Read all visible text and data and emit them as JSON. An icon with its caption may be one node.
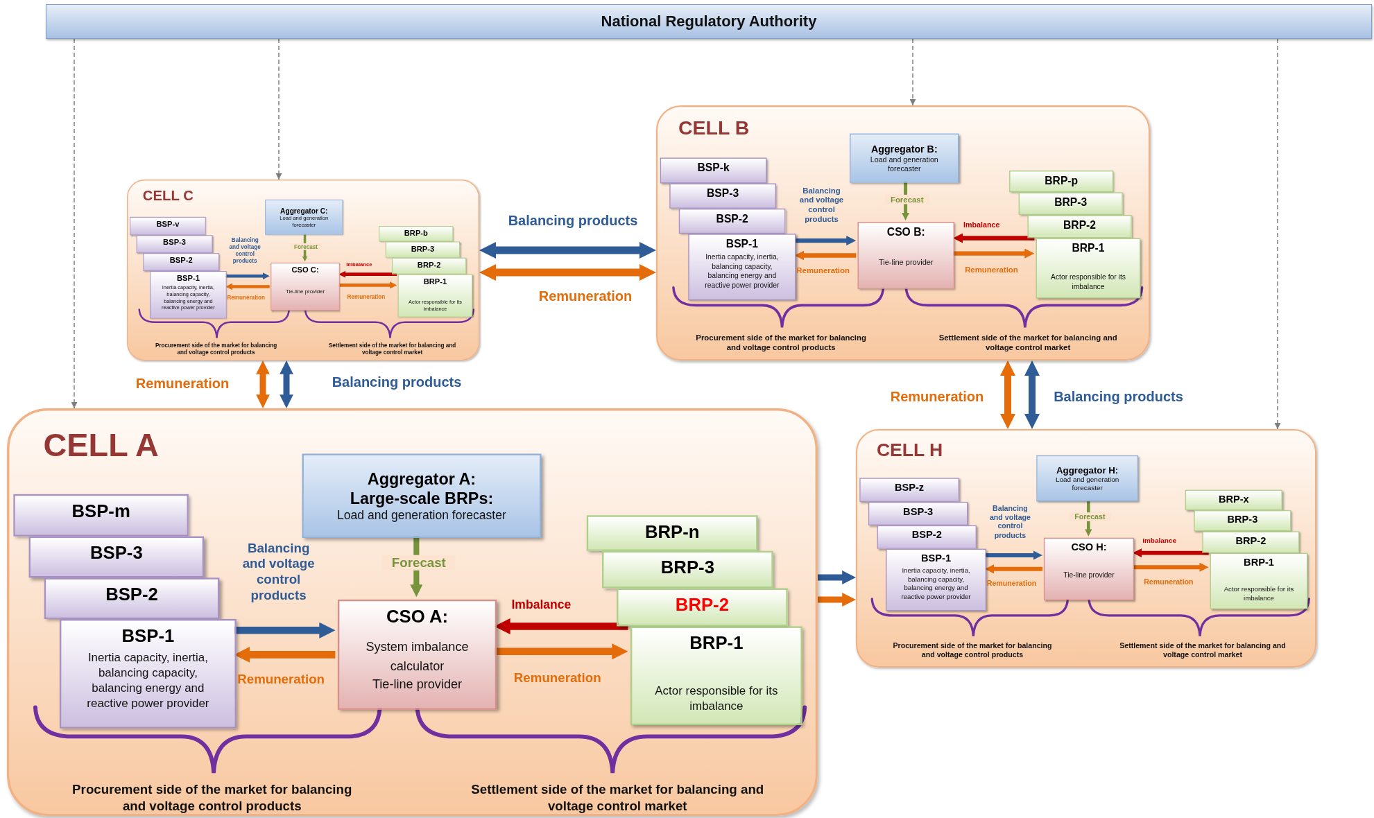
{
  "diagram": {
    "nodes": [
      {
        "text": [
          "National Regulatory Authority"
        ]
      },
      {
        "text": [
          "CELL C"
        ]
      },
      {
        "text": [
          "BSP-v"
        ],
        "in": 1
      },
      {
        "text": [
          "BSP-3"
        ],
        "in": 1
      },
      {
        "text": [
          "BSP-2"
        ],
        "in": 1
      },
      {
        "text": [
          "BSP-1",
          "Inertia capacity, inertia, balancing capacity, balancing energy and reactive power provider"
        ],
        "in": 1
      },
      {
        "text": [
          "Aggregator C:",
          "Load and generation forecaster"
        ],
        "in": 1
      },
      {
        "text": [
          "CSO C:",
          "Tie-line provider"
        ],
        "in": 1
      },
      {
        "text": [
          "BRP-b"
        ],
        "in": 1
      },
      {
        "text": [
          "BRP-3"
        ],
        "in": 1
      },
      {
        "text": [
          "BRP-2"
        ],
        "in": 1
      },
      {
        "text": [
          "BRP-1",
          "Actor responsible for its imbalance"
        ],
        "in": 1
      },
      {
        "text": [
          "CELL B"
        ]
      },
      {
        "text": [
          "BSP-k"
        ],
        "in": 12
      },
      {
        "text": [
          "BSP-3"
        ],
        "in": 12
      },
      {
        "text": [
          "BSP-2"
        ],
        "in": 12
      },
      {
        "text": [
          "BSP-1",
          "Inertia capacity, inertia, balancing capacity, balancing energy and reactive power provider"
        ],
        "in": 12
      },
      {
        "text": [
          "Aggregator B:",
          "Load and generation forecaster"
        ],
        "in": 12
      },
      {
        "text": [
          "CSO B:",
          "Tie-line provider"
        ],
        "in": 12
      },
      {
        "text": [
          "BRP-p"
        ],
        "in": 12
      },
      {
        "text": [
          "BRP-3"
        ],
        "in": 12
      },
      {
        "text": [
          "BRP-2"
        ],
        "in": 12
      },
      {
        "text": [
          "BRP-1",
          "Actor responsible for its imbalance"
        ],
        "in": 12
      },
      {
        "text": [
          "CELL A"
        ]
      },
      {
        "text": [
          "BSP-m"
        ],
        "in": 23
      },
      {
        "text": [
          "BSP-3"
        ],
        "in": 23
      },
      {
        "text": [
          "BSP-2"
        ],
        "in": 23
      },
      {
        "text": [
          "BSP-1",
          "Inertia capacity, inertia, balancing capacity, balancing energy and reactive power provider"
        ],
        "in": 23
      },
      {
        "text": [
          "Aggregator A:",
          "Large-scale BRPs:",
          "Load and generation forecaster"
        ],
        "in": 23
      },
      {
        "text": [
          "CSO A:",
          "System imbalance calculator",
          "Tie-line provider"
        ],
        "in": 23
      },
      {
        "text": [
          "BRP-n"
        ],
        "in": 23
      },
      {
        "text": [
          "BRP-3"
        ],
        "in": 23
      },
      {
        "text": [
          "BRP-2"
        ],
        "in": 23
      },
      {
        "text": [
          "BRP-1",
          "Actor responsible for its imbalance"
        ],
        "in": 23
      },
      {
        "text": [
          "CELL H"
        ]
      },
      {
        "text": [
          "BSP-z"
        ],
        "in": 34
      },
      {
        "text": [
          "BSP-3"
        ],
        "in": 34
      },
      {
        "text": [
          "BSP-2"
        ],
        "in": 34
      },
      {
        "text": [
          "BSP-1",
          "Inertia capacity, inertia, balancing capacity, balancing energy and reactive power provider"
        ],
        "in": 34
      },
      {
        "text": [
          "Aggregator H:",
          "Load and generation forecaster"
        ],
        "in": 34
      },
      {
        "text": [
          "CSO H:",
          "Tie-line provider"
        ],
        "in": 34
      },
      {
        "text": [
          "BRP-x"
        ],
        "in": 34
      },
      {
        "text": [
          "BRP-3"
        ],
        "in": 34
      },
      {
        "text": [
          "BRP-2"
        ],
        "in": 34
      },
      {
        "text": [
          "BRP-1",
          "Actor responsible for its imbalance"
        ],
        "in": 34
      }
    ],
    "edges": [
      {
        "from": 0,
        "to": 23,
        "arrow": "to",
        "style": "dashed",
        "color": "#7f7f7f"
      },
      {
        "from": 0,
        "to": 1,
        "arrow": "to",
        "style": "dashed",
        "color": "#7f7f7f"
      },
      {
        "from": 0,
        "to": 12,
        "arrow": "to",
        "style": "dashed",
        "color": "#7f7f7f"
      },
      {
        "from": 0,
        "to": 34,
        "arrow": "to",
        "style": "dashed",
        "color": "#7f7f7f"
      },
      {
        "from": 1,
        "to": 12,
        "arrow": "both",
        "label": "Balancing products",
        "color": "#2f5c97"
      },
      {
        "from": 1,
        "to": 12,
        "arrow": "both",
        "label": "Remuneration"
      },
      {
        "from": 1,
        "to": 23,
        "arrow": "both",
        "label": "Remuneration"
      },
      {
        "from": 1,
        "to": 23,
        "arrow": "both",
        "label": "Balancing products",
        "color": "#2f5c97"
      },
      {
        "from": 12,
        "to": 34,
        "arrow": "both",
        "label": "Remuneration"
      },
      {
        "from": 12,
        "to": 34,
        "arrow": "both",
        "label": "Balancing products",
        "color": "#2f5c97"
      },
      {
        "from": 23,
        "to": 34,
        "arrow": "to",
        "color": "#2f5c97"
      },
      {
        "from": 23,
        "to": 34,
        "arrow": "to"
      },
      {
        "from": 5,
        "to": 7,
        "arrow": "to",
        "label": "Balancing and voltage control products",
        "color": "#2f5c97"
      },
      {
        "from": 7,
        "to": 5,
        "arrow": "to",
        "label": "Remuneration"
      },
      {
        "from": 6,
        "to": 7,
        "arrow": "to",
        "label": "Forecast",
        "color": "#77933c"
      },
      {
        "from": 11,
        "to": 7,
        "arrow": "to",
        "label": "Imbalance",
        "color": "#c00000"
      },
      {
        "from": 7,
        "to": 11,
        "arrow": "to",
        "label": "Remuneration"
      },
      {
        "from": 16,
        "to": 18,
        "arrow": "to",
        "label": "Balancing and voltage control products",
        "color": "#2f5c97"
      },
      {
        "from": 18,
        "to": 16,
        "arrow": "to",
        "label": "Remuneration"
      },
      {
        "from": 17,
        "to": 18,
        "arrow": "to",
        "label": "Forecast",
        "color": "#77933c"
      },
      {
        "from": 22,
        "to": 18,
        "arrow": "to",
        "label": "Imbalance",
        "color": "#c00000"
      },
      {
        "from": 18,
        "to": 22,
        "arrow": "to",
        "label": "Remuneration"
      },
      {
        "from": 27,
        "to": 29,
        "arrow": "to",
        "label": "Balancing and voltage control products",
        "color": "#2f5c97"
      },
      {
        "from": 29,
        "to": 27,
        "arrow": "to",
        "label": "Remuneration"
      },
      {
        "from": 28,
        "to": 29,
        "arrow": "to",
        "label": "Forecast",
        "color": "#77933c"
      },
      {
        "from": 33,
        "to": 29,
        "arrow": "to",
        "label": "Imbalance",
        "color": "#c00000"
      },
      {
        "from": 29,
        "to": 33,
        "arrow": "to",
        "label": "Remuneration"
      },
      {
        "from": 38,
        "to": 40,
        "arrow": "to",
        "label": "Balancing and voltage control products",
        "color": "#2f5c97"
      },
      {
        "from": 40,
        "to": 38,
        "arrow": "to",
        "label": "Remuneration"
      },
      {
        "from": 39,
        "to": 40,
        "arrow": "to",
        "label": "Forecast",
        "color": "#77933c"
      },
      {
        "from": 44,
        "to": 40,
        "arrow": "to",
        "label": "Imbalance",
        "color": "#c00000"
      },
      {
        "from": 40,
        "to": 44,
        "arrow": "to",
        "label": "Remuneration"
      }
    ],
    "labels": [
      "Procurement side of the market for balancing and voltage control products",
      "Settlement side of the market for balancing and voltage control market",
      "Procurement side of the market for balancing and voltage control products",
      "Settlement side of the market for balancing and voltage control market",
      "Procurement side of the market for balancing and voltage control products",
      "Settlement side of the market for balancing and voltage control market",
      "Procurement side of the market for balancing and voltage control products",
      "Settlement side of the market for balancing and voltage control market"
    ]
  }
}
